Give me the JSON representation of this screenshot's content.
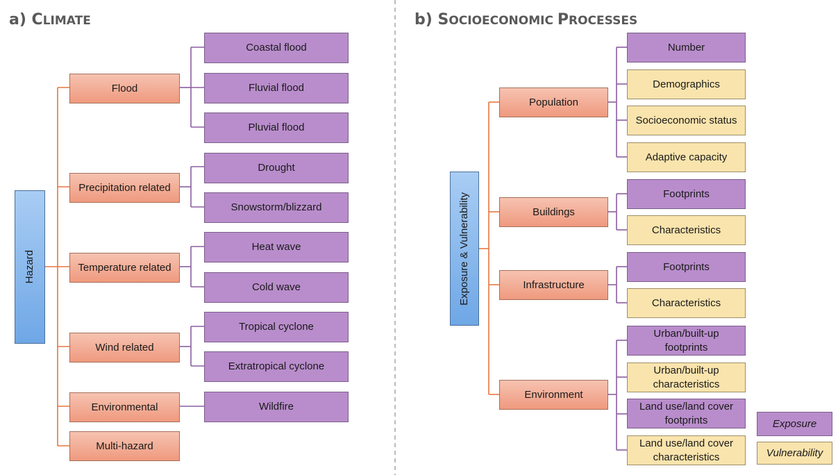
{
  "left": {
    "title_prefix": "a) C",
    "title_rest": "LIMATE",
    "root": "Hazard",
    "groups": [
      {
        "label": "Flood",
        "items": [
          "Coastal flood",
          "Fluvial flood",
          "Pluvial flood"
        ]
      },
      {
        "label": "Precipitation related",
        "items": [
          "Drought",
          "Snowstorm/blizzard"
        ]
      },
      {
        "label": "Temperature related",
        "items": [
          "Heat wave",
          "Cold wave"
        ]
      },
      {
        "label": "Wind related",
        "items": [
          "Tropical cyclone",
          "Extratropical cyclone"
        ]
      },
      {
        "label": "Environmental",
        "items": [
          "Wildfire"
        ]
      },
      {
        "label": "Multi-hazard",
        "items": []
      }
    ]
  },
  "right": {
    "title_prefix": "b) S",
    "title_rest1": "OCIOECONOMIC ",
    "title_p": "P",
    "title_rest2": "ROCESSES",
    "root": "Exposure & Vulnerability",
    "groups": [
      {
        "label": "Population",
        "items": [
          "Number",
          "Demographics",
          "Socioeconomic status",
          "Adaptive capacity"
        ]
      },
      {
        "label": "Buildings",
        "items": [
          "Footprints",
          "Characteristics"
        ]
      },
      {
        "label": "Infrastructure",
        "items": [
          "Footprints",
          "Characteristics"
        ]
      },
      {
        "label": "Environment",
        "items": [
          "Urban/built-up footprints",
          "Urban/built-up characteristics",
          "Land use/land cover footprints",
          "Land use/land cover characteristics"
        ]
      }
    ]
  },
  "legend": {
    "exposure": "Exposure",
    "vulnerability": "Vulnerability"
  },
  "colors": {
    "exposure": "#b98dcc",
    "vulnerability": "#fae4ad",
    "category": "#f2a88d",
    "root": "#8dbbee",
    "connector_category": "#e8763f",
    "connector_item": "#8b5ea0",
    "divider": "#a6a6a6"
  }
}
